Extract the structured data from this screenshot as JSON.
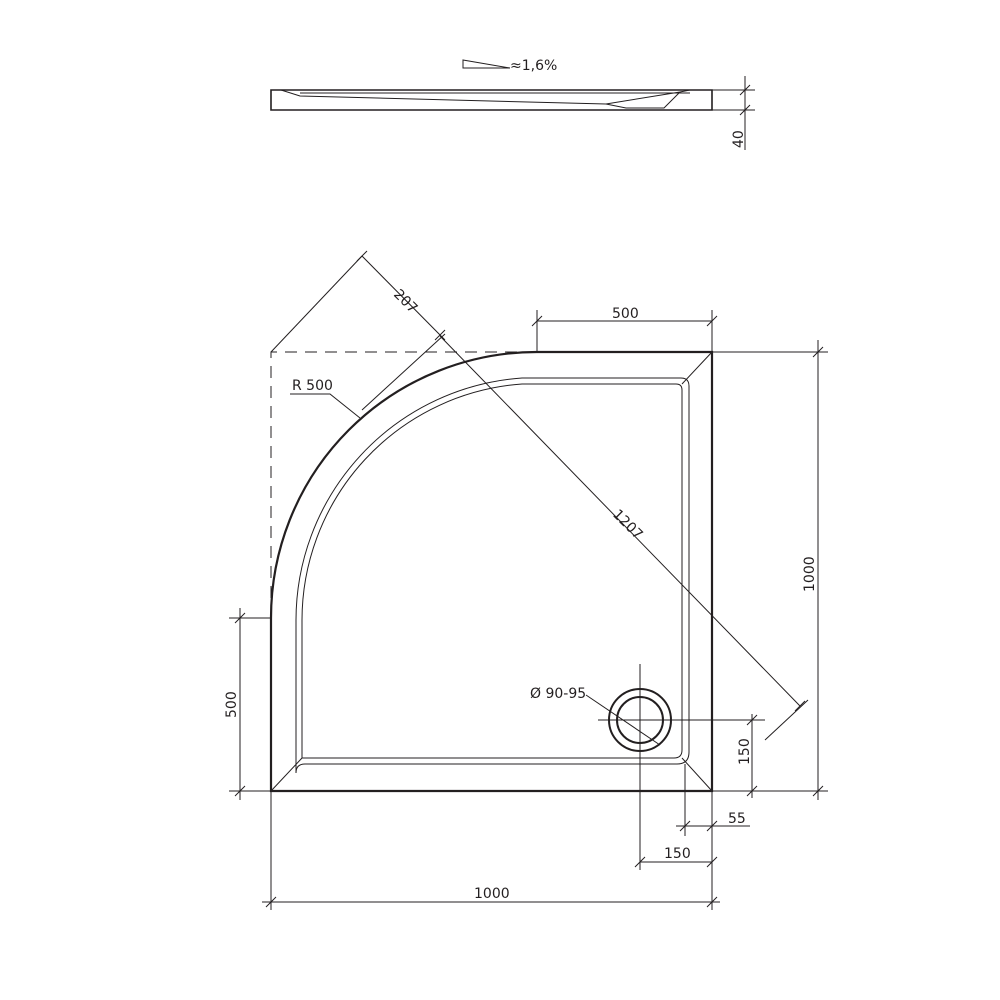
{
  "profile": {
    "slope_label": "≈1,6%",
    "height_label": "40"
  },
  "plan": {
    "radius_label": "R 500",
    "drain_label": "Ø 90-95"
  },
  "dimensions": {
    "top_width": "500",
    "diagonal_short": "207",
    "diagonal_long": "1207",
    "right_height": "1000",
    "left_height": "500",
    "drain_from_bottom": "150",
    "drain_from_right": "150",
    "rim_offset": "55",
    "bottom_width": "1000"
  },
  "colors": {
    "line": "#231f20",
    "profile_fill": "#d9d9d9"
  }
}
